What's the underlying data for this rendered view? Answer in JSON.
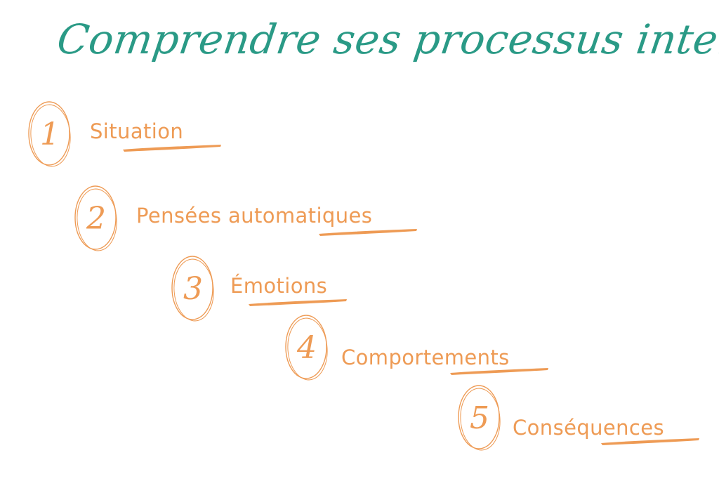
{
  "colors": {
    "title": "#2a9a86",
    "accent": "#ee9b55"
  },
  "title": "Comprendre ses processus internes...",
  "steps": [
    {
      "number": "1",
      "label": "Situation"
    },
    {
      "number": "2",
      "label": "Pensées automatiques"
    },
    {
      "number": "3",
      "label": "Émotions"
    },
    {
      "number": "4",
      "label": "Comportements"
    },
    {
      "number": "5",
      "label": "Conséquences"
    }
  ]
}
